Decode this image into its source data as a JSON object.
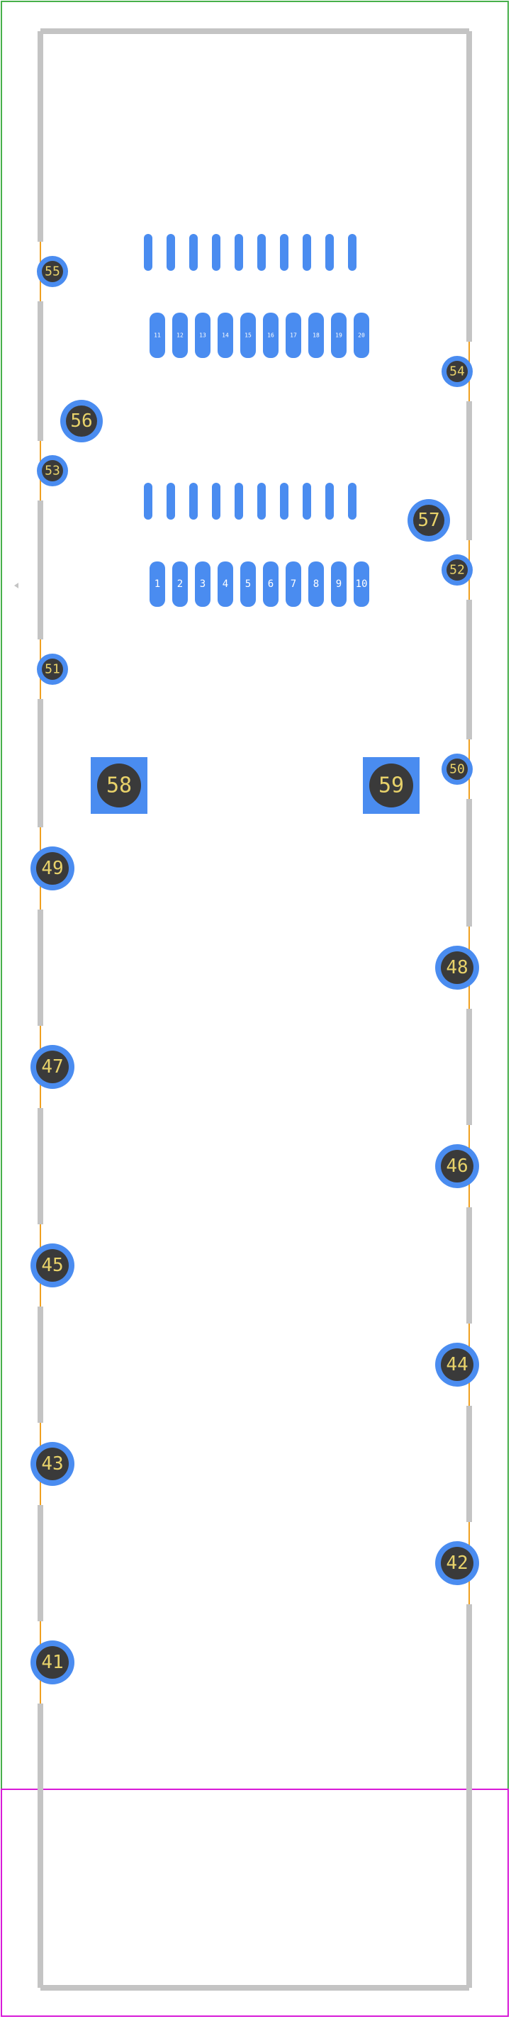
{
  "colors": {
    "courtyard": "#47b04b",
    "fab": "#d81ad8",
    "outline": "#c4c4c4",
    "pad": "#4a8cf0",
    "hole": "#3a3a3a",
    "label": "#e8d26a",
    "trace": "#f0a020"
  },
  "top_pads": [
    {
      "label": ""
    },
    {
      "label": ""
    },
    {
      "label": ""
    },
    {
      "label": ""
    },
    {
      "label": ""
    },
    {
      "label": ""
    },
    {
      "label": ""
    },
    {
      "label": ""
    },
    {
      "label": ""
    },
    {
      "label": ""
    }
  ],
  "row_pads_upper": [
    {
      "label": "11"
    },
    {
      "label": "12"
    },
    {
      "label": "13"
    },
    {
      "label": "14"
    },
    {
      "label": "15"
    },
    {
      "label": "16"
    },
    {
      "label": "17"
    },
    {
      "label": "18"
    },
    {
      "label": "19"
    },
    {
      "label": "20"
    }
  ],
  "mid_pads": [
    {
      "label": ""
    },
    {
      "label": ""
    },
    {
      "label": ""
    },
    {
      "label": ""
    },
    {
      "label": ""
    },
    {
      "label": ""
    },
    {
      "label": ""
    },
    {
      "label": ""
    },
    {
      "label": ""
    },
    {
      "label": ""
    }
  ],
  "row_pads_lower": [
    {
      "label": "1"
    },
    {
      "label": "2"
    },
    {
      "label": "3"
    },
    {
      "label": "4"
    },
    {
      "label": "5"
    },
    {
      "label": "6"
    },
    {
      "label": "7"
    },
    {
      "label": "8"
    },
    {
      "label": "9"
    },
    {
      "label": "10"
    }
  ],
  "holes": [
    {
      "label": "55"
    },
    {
      "label": "54"
    },
    {
      "label": "56"
    },
    {
      "label": "53"
    },
    {
      "label": "57"
    },
    {
      "label": "52"
    },
    {
      "label": "51"
    },
    {
      "label": "50"
    },
    {
      "label": "49"
    },
    {
      "label": "48"
    },
    {
      "label": "47"
    },
    {
      "label": "46"
    },
    {
      "label": "45"
    },
    {
      "label": "44"
    },
    {
      "label": "43"
    },
    {
      "label": "42"
    },
    {
      "label": "41"
    }
  ],
  "square_pads": [
    {
      "label": "58"
    },
    {
      "label": "59"
    }
  ]
}
